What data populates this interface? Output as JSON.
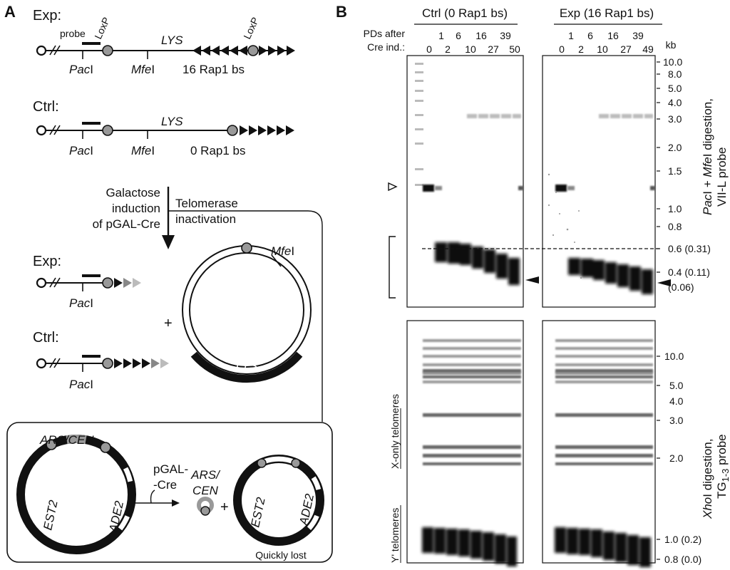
{
  "panel_a": {
    "letter": "A",
    "exp_label": "Exp:",
    "ctrl_label": "Ctrl:",
    "probe": "probe",
    "loxp": "LoxP",
    "lys": "LYS",
    "pac": "Pac",
    "mfe": "Mfe",
    "roman_i": "I",
    "exp_bs": "16 Rap1 bs",
    "ctrl_bs": "0 Rap1 bs",
    "gal_line1": "Galactose",
    "gal_line2": "induction",
    "gal_line3": "of pGAL-Cre",
    "telo_line1": "Telomerase",
    "telo_line2": "inactivation",
    "plus": "+",
    "ars_cen": "ARS/CEN",
    "ars_top": "ARS/",
    "cen_bottom": "CEN",
    "est2": "EST2",
    "ade2": "ADE2",
    "pgal_line1": "pGAL-",
    "pgal_line2": "-Cre",
    "quickly_lost": "Quickly lost"
  },
  "panel_b": {
    "letter": "B",
    "ctrl_title": "Ctrl (0 Rap1 bs)",
    "exp_title": "Exp (16 Rap1 bs)",
    "pds_line1": "PDs after",
    "pds_line2": "Cre ind.:",
    "kb": "kb",
    "ctrl_pds_top": [
      "1",
      "6",
      "16",
      "39"
    ],
    "ctrl_pds_bottom": [
      "0",
      "2",
      "10",
      "27",
      "50"
    ],
    "exp_pds_top": [
      "1",
      "6",
      "16",
      "39"
    ],
    "exp_pds_bottom": [
      "0",
      "2",
      "10",
      "27",
      "49"
    ],
    "top_sizes": [
      "10.0",
      "8.0",
      "5.0",
      "4.0",
      "3.0",
      "2.0",
      "1.5",
      "1.0",
      "0.8",
      "0.6 (0.31)",
      "0.4 (0.11)",
      "(0.06)"
    ],
    "bottom_sizes": [
      "10.0",
      "5.0",
      "4.0",
      "3.0",
      "2.0",
      "1.0 (0.2)",
      "0.8 (0.0)"
    ],
    "top_side_line1_a": "Pac",
    "top_side_line1_b": "I + ",
    "top_side_line1_c": "Mfe",
    "top_side_line1_d": "I digestion,",
    "top_side_line2": "VII-L  probe",
    "bottom_side_line1_a": "Xho",
    "bottom_side_line1_b": "I digestion,",
    "bottom_side_line2_a": "TG",
    "bottom_side_line2_sub": "1-3",
    "bottom_side_line2_b": " probe",
    "x_only": "X-only telomeres",
    "y_prime": "Y' telomeres"
  }
}
